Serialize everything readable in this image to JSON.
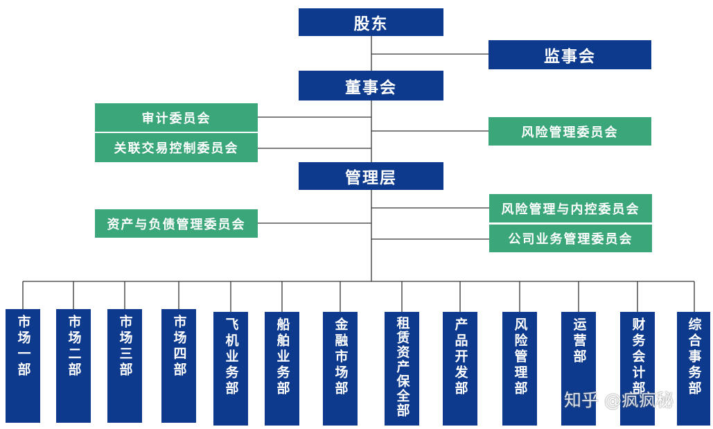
{
  "shareholders": "股东",
  "supervisory_board": "监事会",
  "board": "董事会",
  "board_committees_left": [
    "审计委员会",
    "关联交易控制委员会"
  ],
  "board_committees_right": [
    "风险管理委员会"
  ],
  "management": "管理层",
  "mgmt_committees_left": [
    "资产与负债管理委员会"
  ],
  "mgmt_committees_right": [
    "风险管理与内控委员会",
    "公司业务管理委员会"
  ],
  "departments": [
    "市场一部",
    "市场二部",
    "市场三部",
    "市场四部",
    "飞机业务部",
    "船舶业务部",
    "金融市场部",
    "租赁资产保全部",
    "产品开发部",
    "风险管理部",
    "运营部",
    "财务会计部",
    "综合事务部"
  ],
  "watermark": "知乎 @疯疯秘",
  "colors": {
    "navy": "#0d3a8c",
    "green": "#3aa679",
    "line": "#333333"
  }
}
